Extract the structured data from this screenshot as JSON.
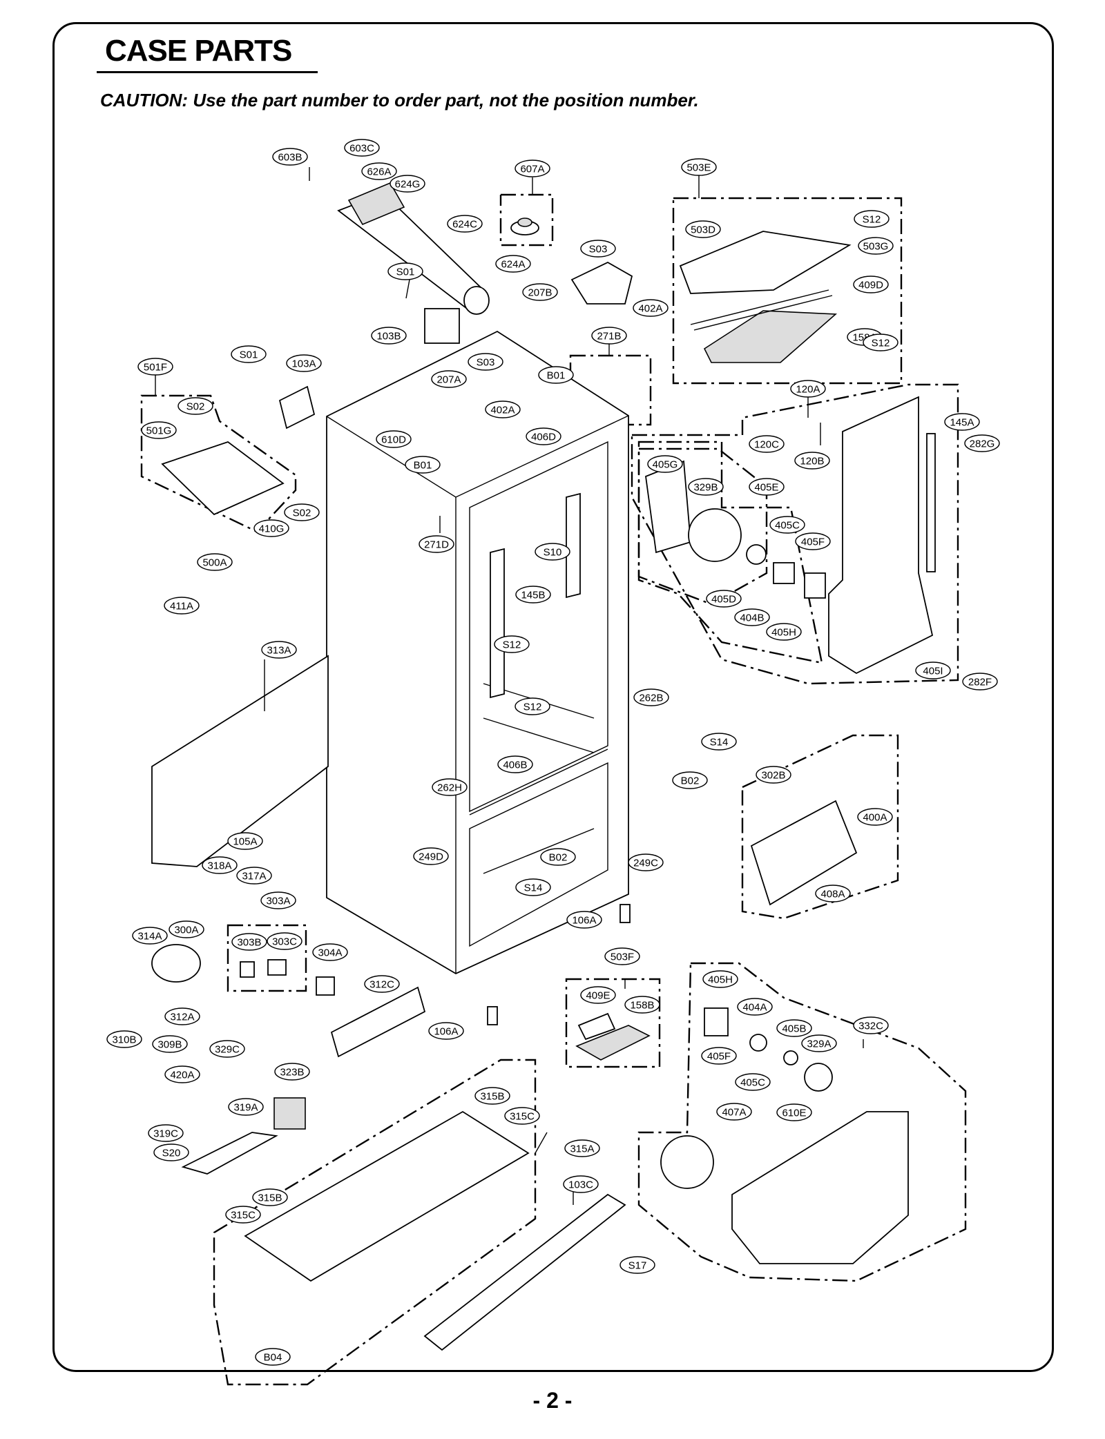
{
  "title": "CASE PARTS",
  "caution": "CAUTION: Use the part number to order part, not the position number.",
  "page_number": "- 2 -",
  "callouts": [
    "603B",
    "603C",
    "626A",
    "624G",
    "607A",
    "503E",
    "624C",
    "S03",
    "S12",
    "503D",
    "503G",
    "S01",
    "624A",
    "207B",
    "402A",
    "409D",
    "103B",
    "158A",
    "271B",
    "S12",
    "S01",
    "103A",
    "S03",
    "501F",
    "207A",
    "B01",
    "120A",
    "S02",
    "402A",
    "406D",
    "145A",
    "282G",
    "501G",
    "610D",
    "120C",
    "B01",
    "405G",
    "120B",
    "329B",
    "405E",
    "S02",
    "410G",
    "271D",
    "405C",
    "405F",
    "S10",
    "500A",
    "411A",
    "145B",
    "405D",
    "404B",
    "405H",
    "313A",
    "S12",
    "405I",
    "282F",
    "S12",
    "262B",
    "S14",
    "406B",
    "B02",
    "302B",
    "262H",
    "400A",
    "105A",
    "249D",
    "B02",
    "249C",
    "318A",
    "317A",
    "S14",
    "408A",
    "303A",
    "106A",
    "314A",
    "300A",
    "303B",
    "303C",
    "304A",
    "503F",
    "312C",
    "405H",
    "312A",
    "409E",
    "158B",
    "404A",
    "310B",
    "106A",
    "405B",
    "332C",
    "309B",
    "329C",
    "329A",
    "405F",
    "405C",
    "420A",
    "323B",
    "315B",
    "315C",
    "407A",
    "610E",
    "319A",
    "319C",
    "315A",
    "S20",
    "103C",
    "315B",
    "315C",
    "S17",
    "B04"
  ]
}
